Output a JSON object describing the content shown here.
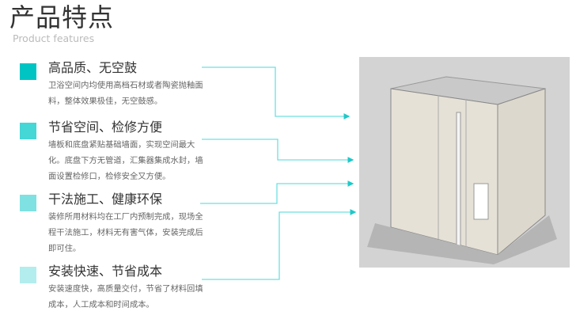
{
  "header": {
    "title": "产品特点",
    "subtitle": "Product features"
  },
  "features": [
    {
      "title": "高品质、无空鼓",
      "desc": "卫浴空间内均使用高档石材或者陶瓷抛釉面料，整体效果极佳，无空鼓感。",
      "color": "#00c4c4"
    },
    {
      "title": "节省空间、检修方便",
      "desc": "墙板和底盘紧贴基础墙面，实现空间最大化。底盘下方无管道，汇集器集成水封，墙面设置检修口，检修安全又方便。",
      "color": "#45d6d6"
    },
    {
      "title": "干法施工、健康环保",
      "desc": "装修所用材料均在工厂内预制完成，现场全程干法施工，材料无有害气体，安装完成后即可住。",
      "color": "#7fe1e1"
    },
    {
      "title": "安装快速、节省成本",
      "desc": "安装速度快，高质量交付，节省了材料回填成本，人工成本和时间成本。",
      "color": "#b3eded"
    }
  ],
  "accent": "#3fd3d3"
}
